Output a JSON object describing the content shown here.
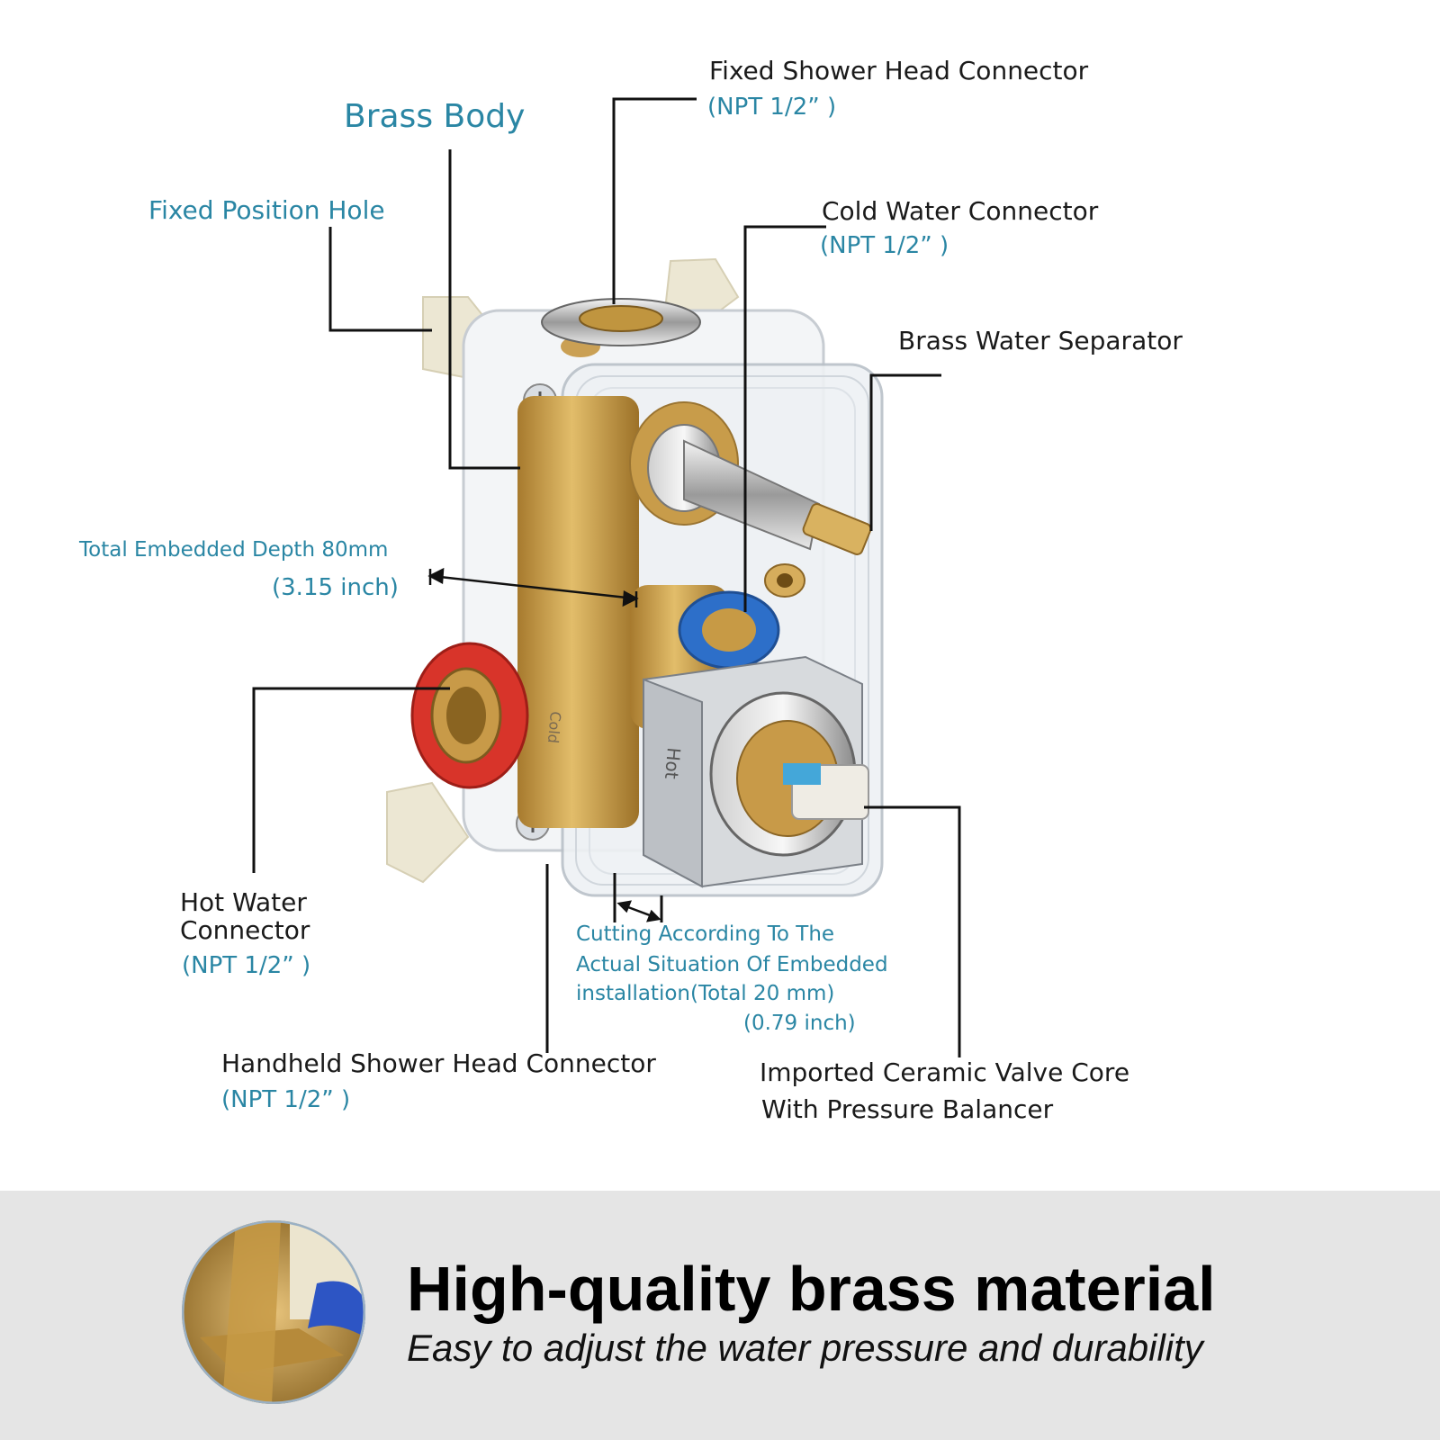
{
  "labels": {
    "brass_body": "Brass Body",
    "fixed_position_hole": "Fixed Position Hole",
    "fixed_shower_head": "Fixed Shower Head Connector",
    "fixed_shower_head_spec": "(NPT 1/2” )",
    "cold_water": "Cold Water Connector",
    "cold_water_spec": "(NPT 1/2” )",
    "brass_separator": "Brass Water Separator",
    "depth_line1": "Total Embedded Depth 80mm",
    "depth_line2": "(3.15 inch)",
    "hot_water_line1": "Hot Water",
    "hot_water_line2": "Connector",
    "hot_water_spec": "(NPT 1/2” )",
    "cutting_line1": "Cutting According To The",
    "cutting_line2": "Actual Situation Of Embedded",
    "cutting_line3": "installation(Total 20 mm)",
    "cutting_line4": "(0.79 inch)",
    "handheld": "Handheld Shower Head Connector",
    "handheld_spec": "(NPT 1/2” )",
    "valve_line1": "Imported Ceramic Valve Core",
    "valve_line2": "With Pressure Balancer"
  },
  "body_markings": {
    "hot": "Hot",
    "cold": "Cold"
  },
  "banner": {
    "headline": "High-quality brass material",
    "tagline": "Easy to adjust the water pressure and durability"
  },
  "colors": {
    "accent_teal": "#2a86a4",
    "brass": "#c9a04a",
    "banner_bg": "#e5e5e5",
    "hot_ring": "#d8342a",
    "cold_ring": "#2d6fc9"
  }
}
